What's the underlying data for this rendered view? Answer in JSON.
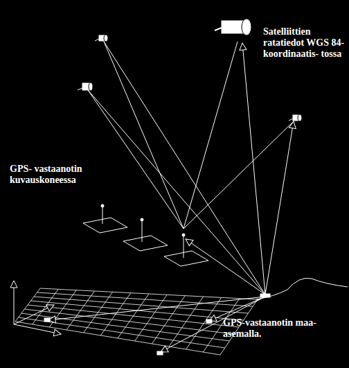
{
  "diagram": {
    "labels": [
      "Satelliittien ratatiedot WGS 84- koordinaatis- tossa",
      "GPS- vastaanotin kuvauskoneessa",
      "GPS-vastaanotin maa-asemalla."
    ]
  }
}
